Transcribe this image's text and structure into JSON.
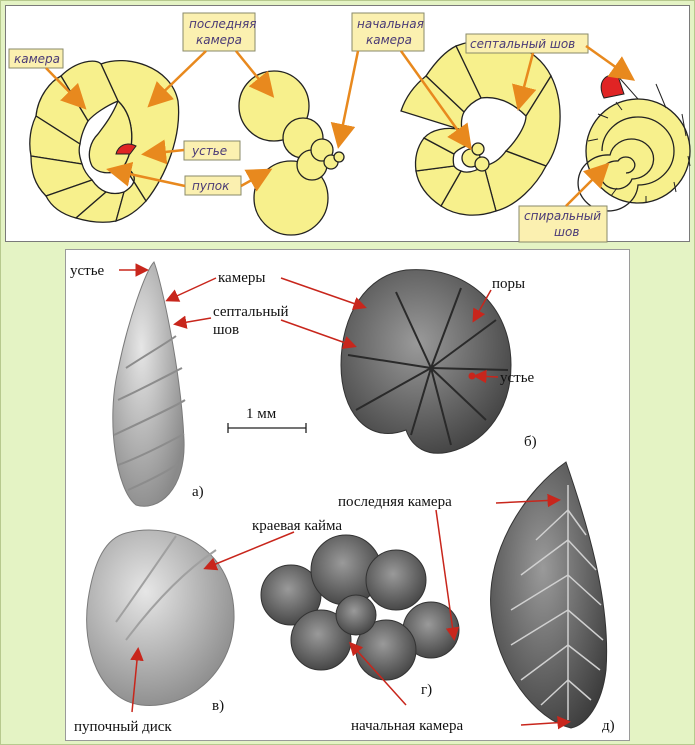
{
  "top": {
    "labels": {
      "kamera": "камера",
      "poslednyaya": "последняя\nкамера",
      "nachalnaya": "начальная\nкамера",
      "septalny": "септальный шов",
      "ustye": "устье",
      "pupok": "пупок",
      "spiralny": "спиральный\nшов"
    }
  },
  "bottom": {
    "labels": {
      "ustye_a": "устье",
      "kamery": "камеры",
      "septalny": "септальный\nшов",
      "pory": "поры",
      "ustye_b": "устье",
      "scale": "1 мм",
      "a": "а)",
      "b": "б)",
      "kraevaya": "краевая кайма",
      "poslednyaya": "последняя камера",
      "v": "в)",
      "g": "г)",
      "d": "д)",
      "pupochny": "пупочный диск",
      "nachalnaya": "начальная камера"
    }
  },
  "colors": {
    "arrow_orange": "#e8891e",
    "arrow_red": "#c8261c",
    "chamber": "#f7f08c",
    "aperture": "#e02424"
  }
}
